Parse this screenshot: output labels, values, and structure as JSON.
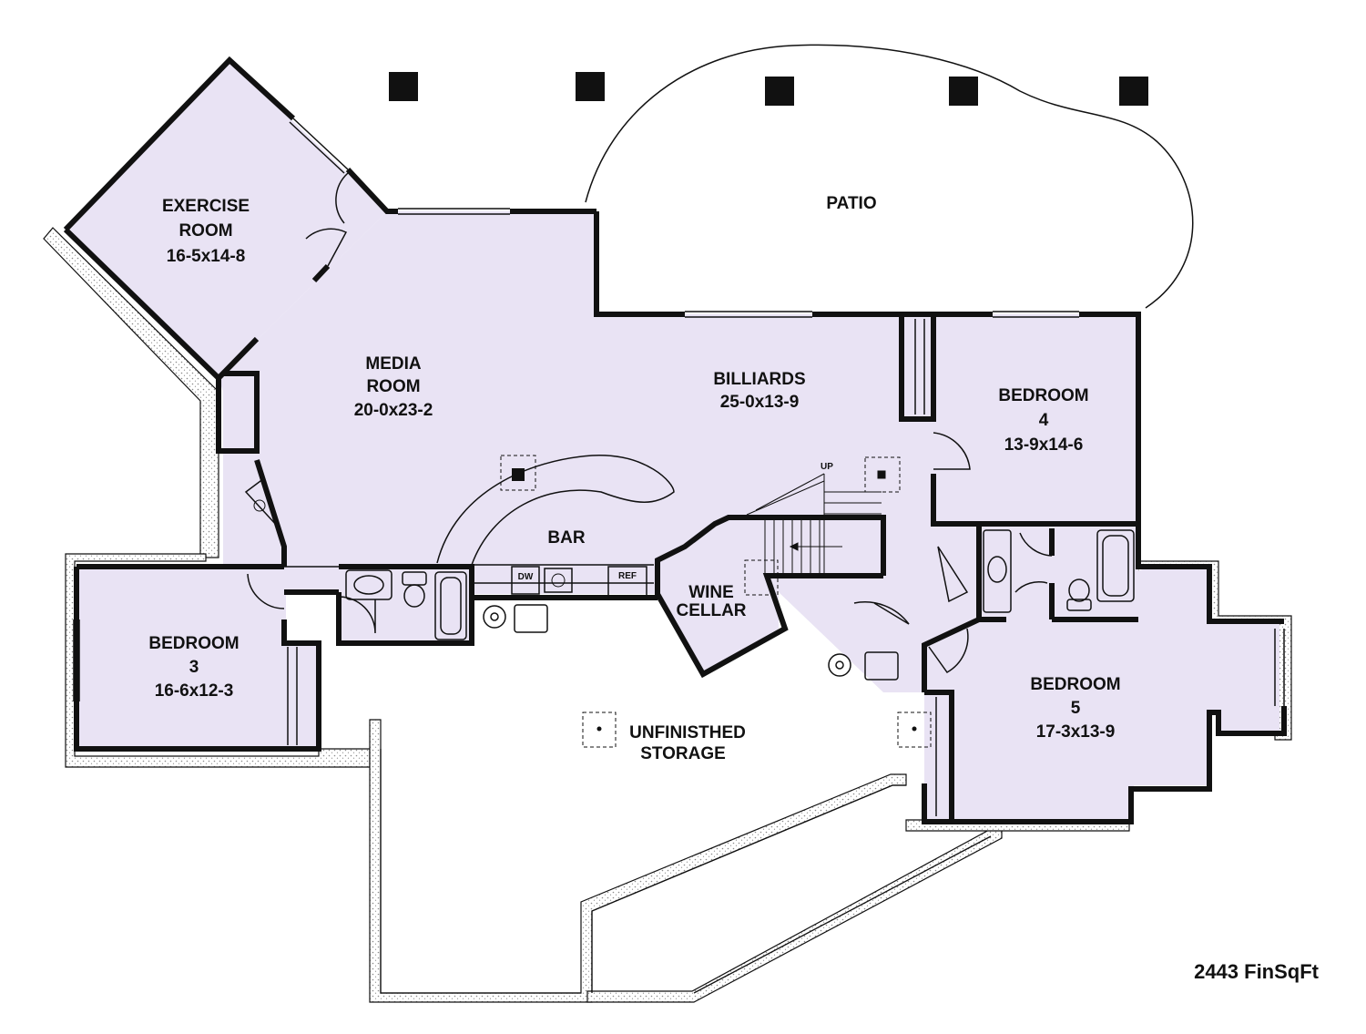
{
  "colors": {
    "fill": "#e9e3f4",
    "wall": "#111111",
    "hatch": "#9a9a9a"
  },
  "rooms": {
    "exercise": {
      "l1": "EXERCISE",
      "l2": "ROOM",
      "l3": "16-5x14-8"
    },
    "media": {
      "l1": "MEDIA",
      "l2": "ROOM",
      "l3": "20-0x23-2"
    },
    "billiards": {
      "l1": "BILLIARDS",
      "l2": "25-0x13-9"
    },
    "bed4": {
      "l1": "BEDROOM",
      "l2": "4",
      "l3": "13-9x14-6"
    },
    "bed3": {
      "l1": "BEDROOM",
      "l2": "3",
      "l3": "16-6x12-3"
    },
    "bed5": {
      "l1": "BEDROOM",
      "l2": "5",
      "l3": "17-3x13-9"
    },
    "bar": {
      "l1": "BAR"
    },
    "wine": {
      "l1": "WINE",
      "l2": "CELLAR"
    },
    "storage": {
      "l1": "UNFINISTHED",
      "l2": "STORAGE"
    },
    "patio": {
      "l1": "PATIO"
    }
  },
  "fixtures": {
    "dw": "DW",
    "ref": "REF",
    "up": "UP"
  },
  "total": "2443 FinSqFt"
}
